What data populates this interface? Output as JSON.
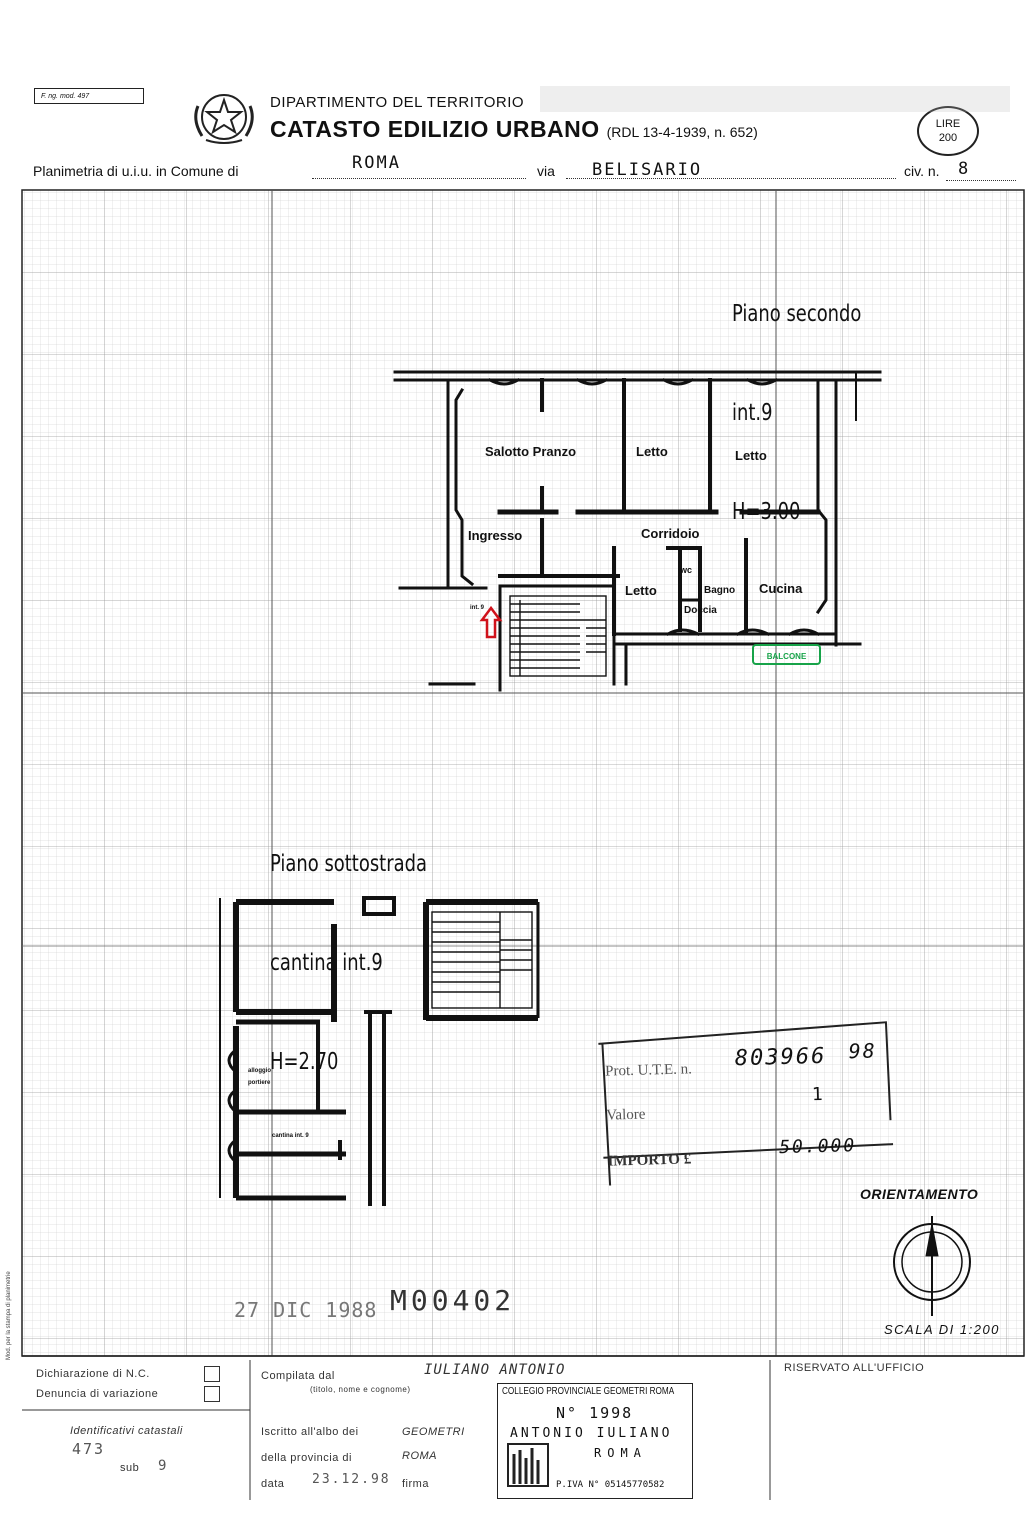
{
  "header": {
    "form_number": "F. ng. mod. 497",
    "department": "DIPARTIMENTO DEL TERRITORIO",
    "title": "CATASTO EDILIZIO URBANO",
    "law_ref": "(RDL 13-4-1939, n. 652)",
    "stamp_currency": "LIRE",
    "stamp_amount": "200"
  },
  "address": {
    "planimetria_label": "Planimetria di u.i.u. in Comune di",
    "comune_value": "ROMA",
    "via_label": "via",
    "via_value": "BELISARIO",
    "civ_label": "civ. n.",
    "civ_value": "8"
  },
  "floor_upper": {
    "line1": "Piano secondo",
    "line2": "int.9",
    "line3": "H=3.00",
    "rooms": {
      "salotto": "Salotto Pranzo",
      "letto1": "Letto",
      "letto2": "Letto",
      "ingresso": "Ingresso",
      "corridoio": "Corridoio",
      "letto3": "Letto",
      "wc": "wc",
      "bagno": "Bagno",
      "doccia": "Doccia",
      "cucina": "Cucina",
      "int_label": "int. 9",
      "balcone": "BALCONE"
    }
  },
  "floor_lower": {
    "line1": "Piano sottostrada",
    "line2": "cantina int.9",
    "line3": "H=2.70",
    "rooms": {
      "alloggio": "alloggio",
      "portiere": "portiere",
      "cantina": "cantina int. 9"
    }
  },
  "protocol": {
    "prot_label": "Prot. U.T.E. n.",
    "prot_value": "803966",
    "prot_year": "98",
    "second_label": "Valore",
    "second_value": "1",
    "importo_label": "IMPORTO £",
    "importo_value": "50.000"
  },
  "registration": {
    "date": "27 DIC 1988",
    "number": "M00402"
  },
  "orientation": {
    "label": "ORIENTAMENTO",
    "scale": "SCALA DI 1:200"
  },
  "footer": {
    "dichiarazione": "Dichiarazione di N.C.",
    "denuncia": "Denuncia di variazione",
    "identificativi": "Identificativi catastali",
    "ident_value": "473",
    "sub_label": "sub",
    "sub_value": "9",
    "compilata_label": "Compilata dal",
    "compilata_name": "IULIANO ANTONIO",
    "compilata_sub": "(titolo, nome e cognome)",
    "iscritto_label": "Iscritto all'albo dei",
    "iscritto_value": "GEOMETRI",
    "provincia_label": "della provincia di",
    "provincia_value": "ROMA",
    "data_label": "data",
    "data_value": "23.12.98",
    "firma_label": "firma",
    "riservato": "RISERVATO ALL'UFFICIO"
  },
  "seal": {
    "title": "COLLEGIO PROVINCIALE GEOMETRI ROMA",
    "number": "N° 1998",
    "name": "ANTONIO IULIANO",
    "city": "ROMA",
    "piva": "P.IVA N° 05145770582"
  },
  "margin_note": "Mod. per la stampa di planimetrie"
}
